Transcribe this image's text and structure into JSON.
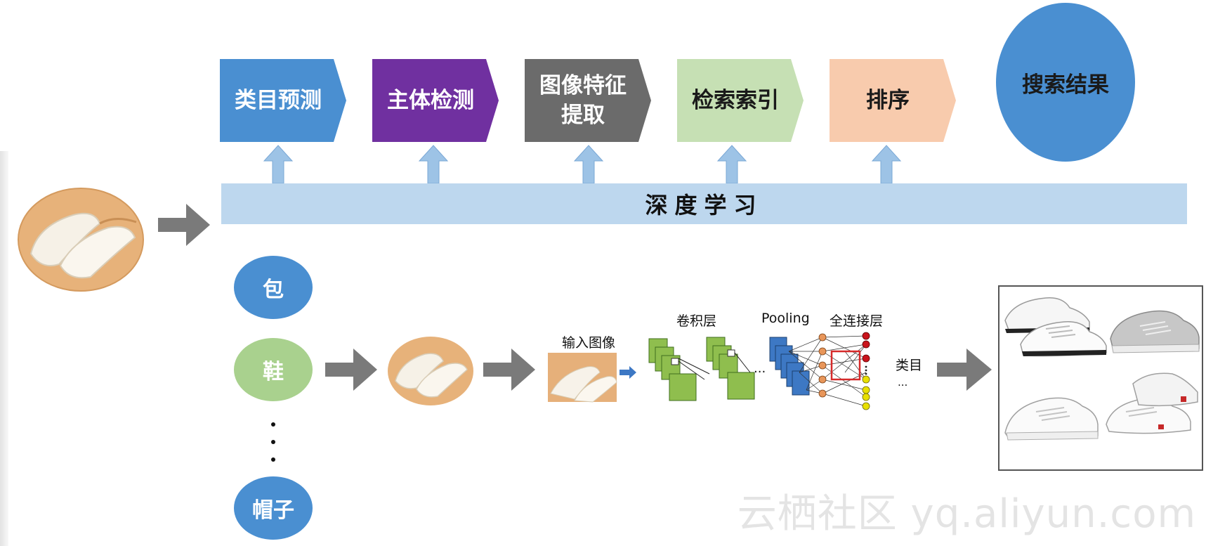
{
  "stages": [
    {
      "label_lines": [
        "类目预测"
      ],
      "color": "#4a8fd1"
    },
    {
      "label_lines": [
        "主体检测"
      ],
      "color": "#7030a0"
    },
    {
      "label_lines": [
        "图像特征",
        "提取"
      ],
      "color": "#6b6b6b"
    },
    {
      "label_lines": [
        "检索索引"
      ],
      "color": "#c6e0b4"
    },
    {
      "label_lines": [
        "排序"
      ],
      "color": "#f8cbad"
    }
  ],
  "result_label": "搜索结果",
  "deep_learning_label": "深度学习",
  "categories": [
    {
      "label": "包",
      "color": "#4a8fd1"
    },
    {
      "label": "鞋",
      "color": "#a9d18e"
    },
    {
      "label": "帽子",
      "color": "#4a8fd1"
    }
  ],
  "cnn": {
    "input_label": "输入图像",
    "conv_label": "卷积层",
    "pooling_label": "Pooling",
    "fc_label": "全连接层",
    "output_label": "类目",
    "ellipsis": "..."
  },
  "watermark": "云栖社区 yq.aliyun.com",
  "colors": {
    "arrow_gray": "#7a7a7a",
    "up_arrow": "#9dc3e6",
    "deep_learning_bar": "#bdd7ee",
    "conv_green": "#8fbe4e",
    "pool_blue": "#3d78c4"
  }
}
